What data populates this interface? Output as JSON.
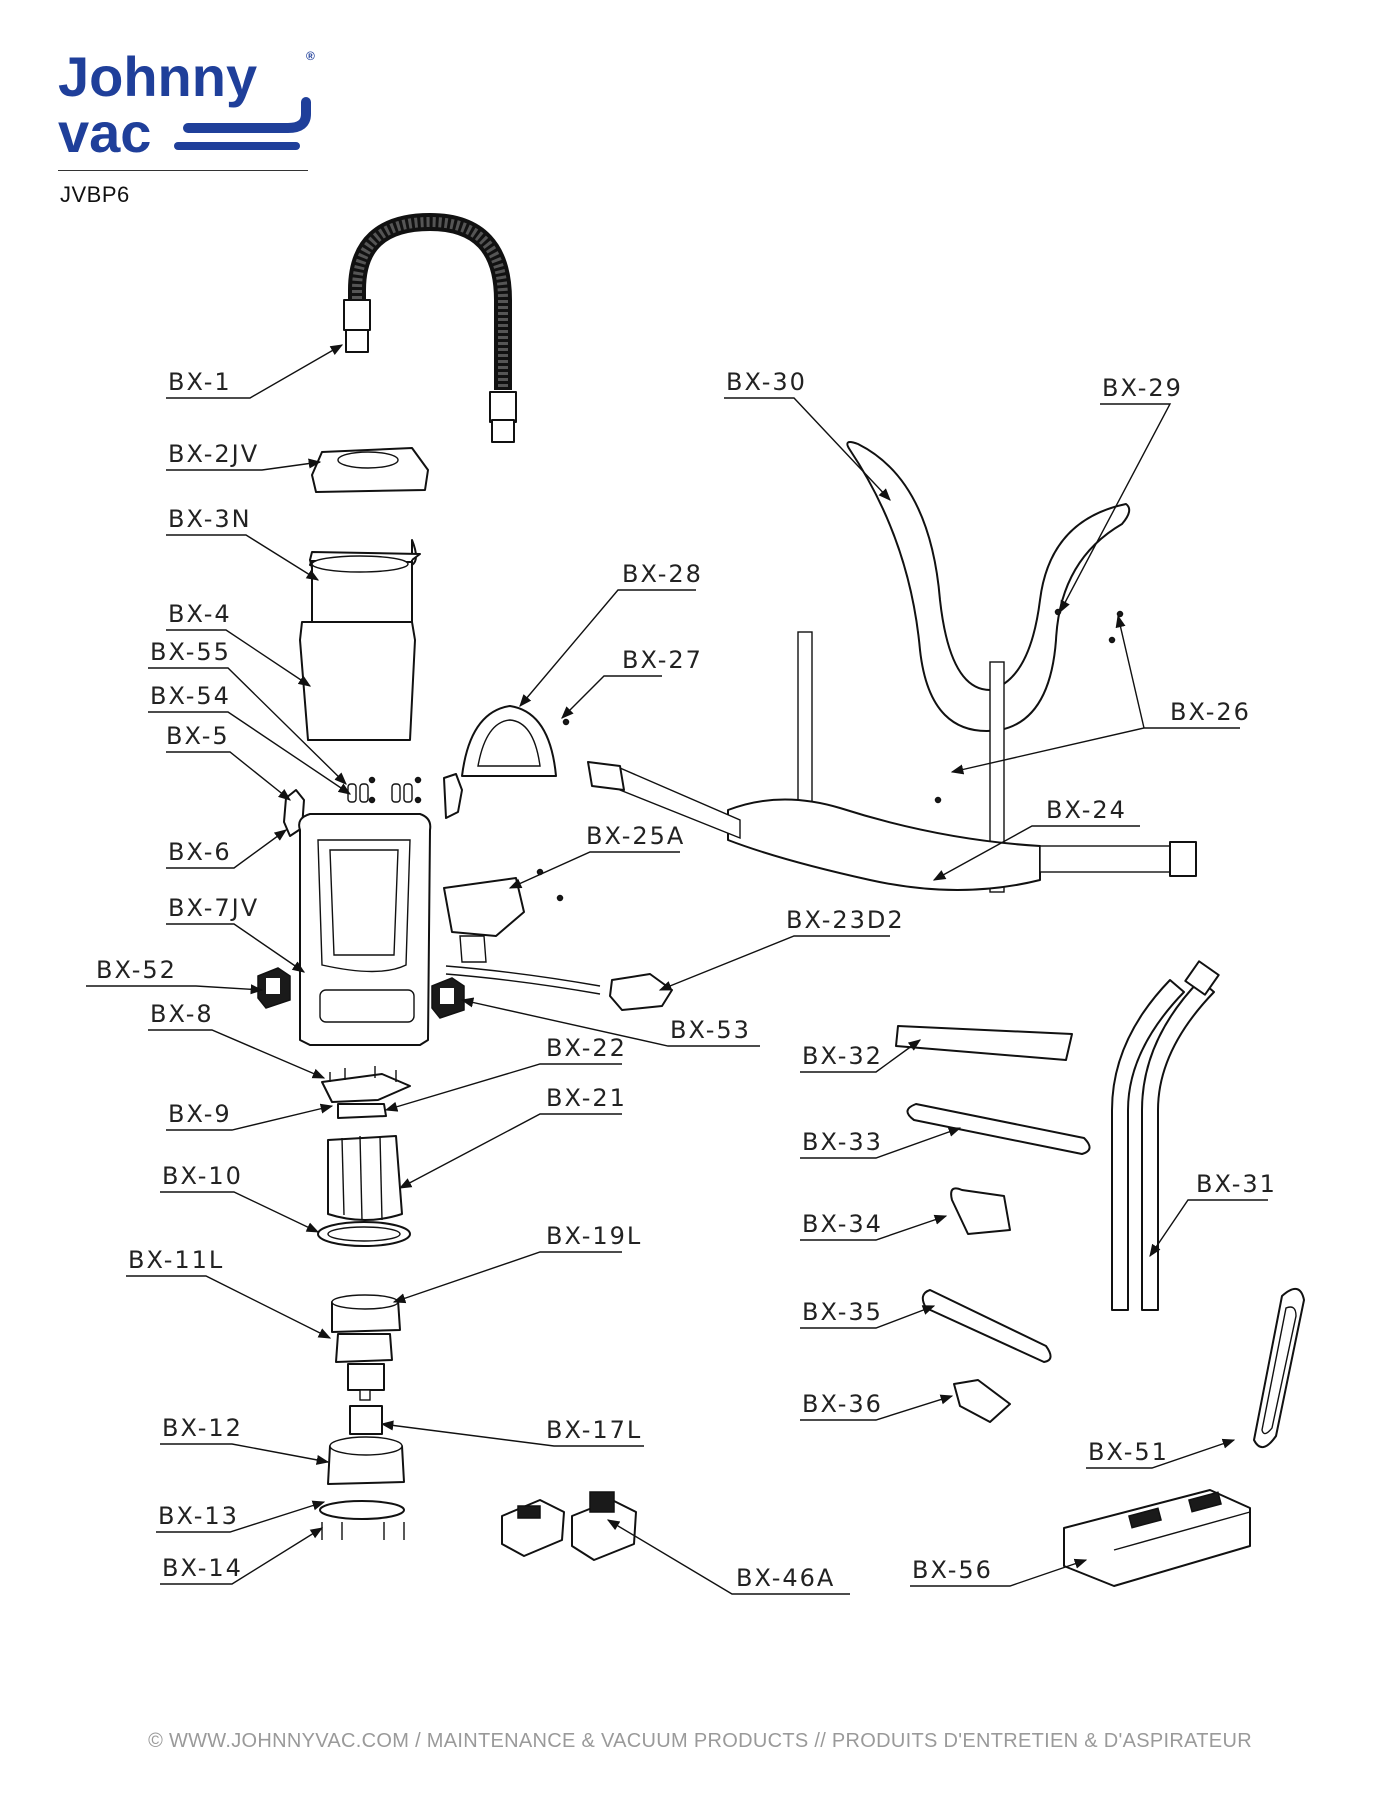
{
  "brand": {
    "line1": "Johnny",
    "line2": "vac",
    "mark": "®",
    "color": "#1f3f9a"
  },
  "model": "JVBP6",
  "footer": "© WWW.JOHNNYVAC.COM / MAINTENANCE & VACUUM PRODUCTS  //  PRODUITS D'ENTRETIEN & D'ASPIRATEUR",
  "callouts": {
    "bx1": "BX-1",
    "bx2jv": "BX-2JV",
    "bx3n": "BX-3N",
    "bx4": "BX-4",
    "bx55": "BX-55",
    "bx54": "BX-54",
    "bx5": "BX-5",
    "bx6": "BX-6",
    "bx7jv": "BX-7JV",
    "bx52": "BX-52",
    "bx8": "BX-8",
    "bx9": "BX-9",
    "bx10": "BX-10",
    "bx11l": "BX-11L",
    "bx12": "BX-12",
    "bx13": "BX-13",
    "bx14": "BX-14",
    "bx28": "BX-28",
    "bx27": "BX-27",
    "bx25a": "BX-25A",
    "bx23d2": "BX-23D2",
    "bx53": "BX-53",
    "bx22": "BX-22",
    "bx21": "BX-21",
    "bx19l": "BX-19L",
    "bx17l": "BX-17L",
    "bx46a": "BX-46A",
    "bx30": "BX-30",
    "bx29": "BX-29",
    "bx26": "BX-26",
    "bx24": "BX-24",
    "bx32": "BX-32",
    "bx33": "BX-33",
    "bx34": "BX-34",
    "bx35": "BX-35",
    "bx36": "BX-36",
    "bx31": "BX-31",
    "bx51": "BX-51",
    "bx56": "BX-56"
  }
}
